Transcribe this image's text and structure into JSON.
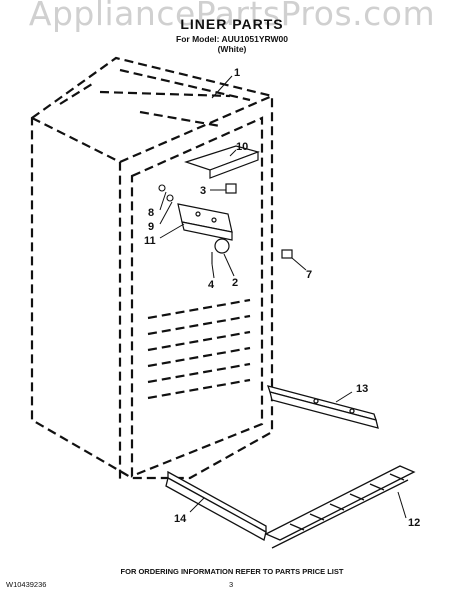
{
  "watermark": "AppliancePartsPros.com",
  "header": {
    "title": "LINER PARTS",
    "model": "For Model: AUU1051YRW00",
    "color": "(White)"
  },
  "callouts": [
    "1",
    "10",
    "3",
    "8",
    "9",
    "11",
    "2",
    "4",
    "7",
    "13",
    "14",
    "12"
  ],
  "footer": {
    "note": "FOR ORDERING INFORMATION REFER TO PARTS PRICE LIST",
    "doc_number": "W10439236",
    "page": "3"
  }
}
